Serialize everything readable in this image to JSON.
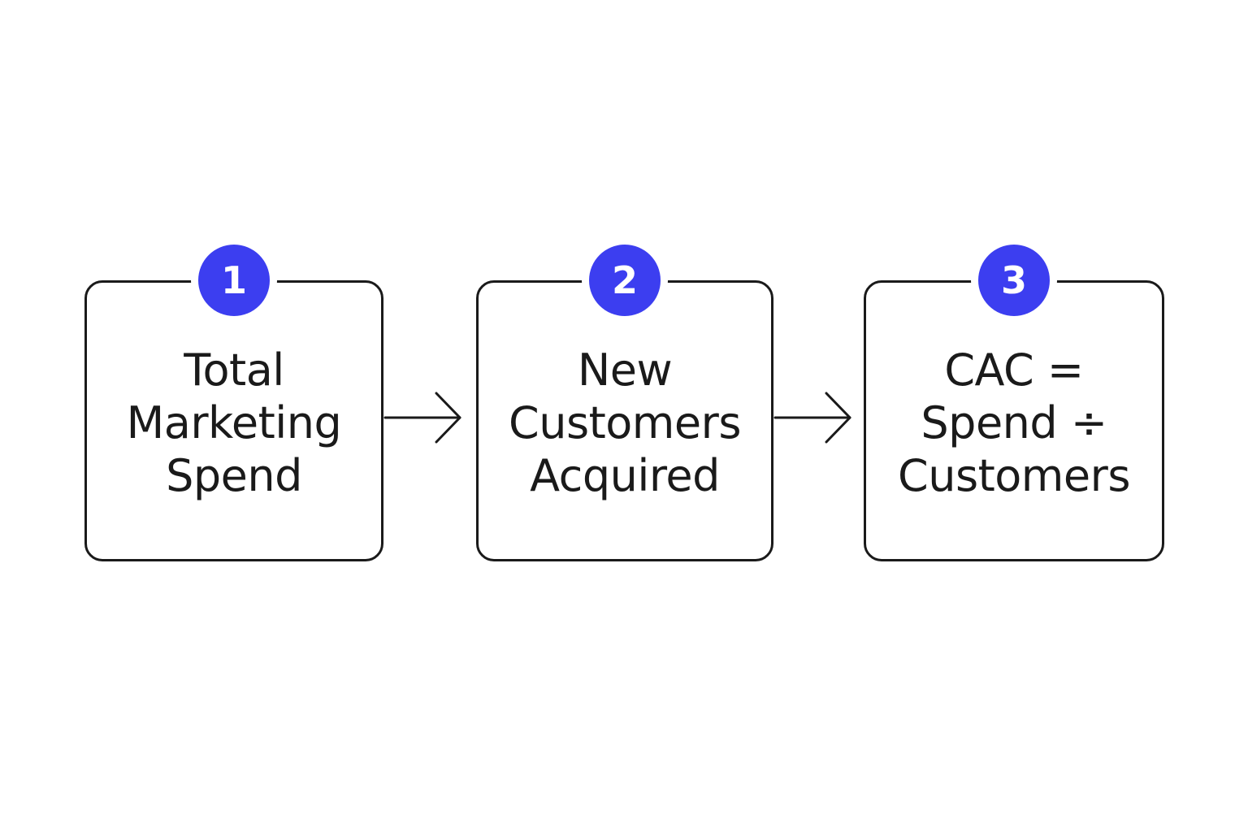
{
  "steps": [
    {
      "number": "1",
      "lines": [
        "Total",
        "Marketing",
        "Spend"
      ]
    },
    {
      "number": "2",
      "lines": [
        "New",
        "Customers",
        "Acquired"
      ]
    },
    {
      "number": "3",
      "lines": [
        "CAC =",
        "Spend ÷",
        "Customers"
      ]
    }
  ],
  "colors": {
    "badge": "#3c3ef0",
    "stroke": "#1a1a1a",
    "background": "#ffffff"
  },
  "icons": [
    "arrow-right-icon"
  ]
}
